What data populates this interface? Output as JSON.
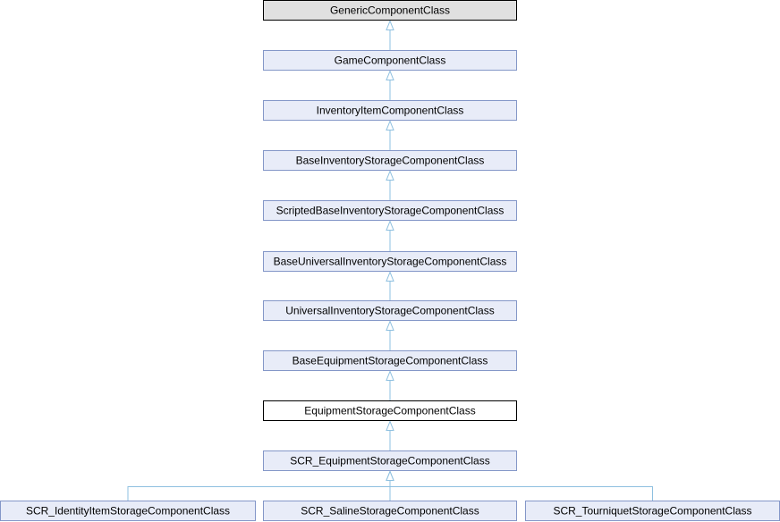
{
  "diagram": {
    "colors": {
      "node_fill": "#e8ecf8",
      "node_border": "#8497c8",
      "root_fill": "#e0e0e0",
      "root_border": "#000000",
      "current_fill": "#ffffff",
      "current_border": "#000000",
      "edge": "#8ec0e0"
    },
    "nodes": [
      {
        "id": "generic",
        "label": "GenericComponentClass",
        "style": "root"
      },
      {
        "id": "game",
        "label": "GameComponentClass",
        "style": "normal"
      },
      {
        "id": "inventoryitem",
        "label": "InventoryItemComponentClass",
        "style": "normal"
      },
      {
        "id": "baseinventorystorage",
        "label": "BaseInventoryStorageComponentClass",
        "style": "normal"
      },
      {
        "id": "scriptedbaseinventorystorage",
        "label": "ScriptedBaseInventoryStorageComponentClass",
        "style": "normal"
      },
      {
        "id": "baseuniversalinventorystorage",
        "label": "BaseUniversalInventoryStorageComponentClass",
        "style": "normal"
      },
      {
        "id": "universalinventorystorage",
        "label": "UniversalInventoryStorageComponentClass",
        "style": "normal"
      },
      {
        "id": "baseequipmentstorage",
        "label": "BaseEquipmentStorageComponentClass",
        "style": "normal"
      },
      {
        "id": "equipmentstorage",
        "label": "EquipmentStorageComponentClass",
        "style": "current"
      },
      {
        "id": "scr_equipmentstorage",
        "label": "SCR_EquipmentStorageComponentClass",
        "style": "normal"
      },
      {
        "id": "scr_identityitemstorage",
        "label": "SCR_IdentityItemStorageComponentClass",
        "style": "normal"
      },
      {
        "id": "scr_salinestorage",
        "label": "SCR_SalineStorageComponentClass",
        "style": "normal"
      },
      {
        "id": "scr_tourniquetstorage",
        "label": "SCR_TourniquetStorageComponentClass",
        "style": "normal"
      }
    ],
    "edges": [
      {
        "from": "game",
        "to": "generic"
      },
      {
        "from": "inventoryitem",
        "to": "game"
      },
      {
        "from": "baseinventorystorage",
        "to": "inventoryitem"
      },
      {
        "from": "scriptedbaseinventorystorage",
        "to": "baseinventorystorage"
      },
      {
        "from": "baseuniversalinventorystorage",
        "to": "scriptedbaseinventorystorage"
      },
      {
        "from": "universalinventorystorage",
        "to": "baseuniversalinventorystorage"
      },
      {
        "from": "baseequipmentstorage",
        "to": "universalinventorystorage"
      },
      {
        "from": "equipmentstorage",
        "to": "baseequipmentstorage"
      },
      {
        "from": "scr_equipmentstorage",
        "to": "equipmentstorage"
      },
      {
        "from": "scr_identityitemstorage",
        "to": "scr_equipmentstorage"
      },
      {
        "from": "scr_salinestorage",
        "to": "scr_equipmentstorage"
      },
      {
        "from": "scr_tourniquetstorage",
        "to": "scr_equipmentstorage"
      }
    ]
  }
}
